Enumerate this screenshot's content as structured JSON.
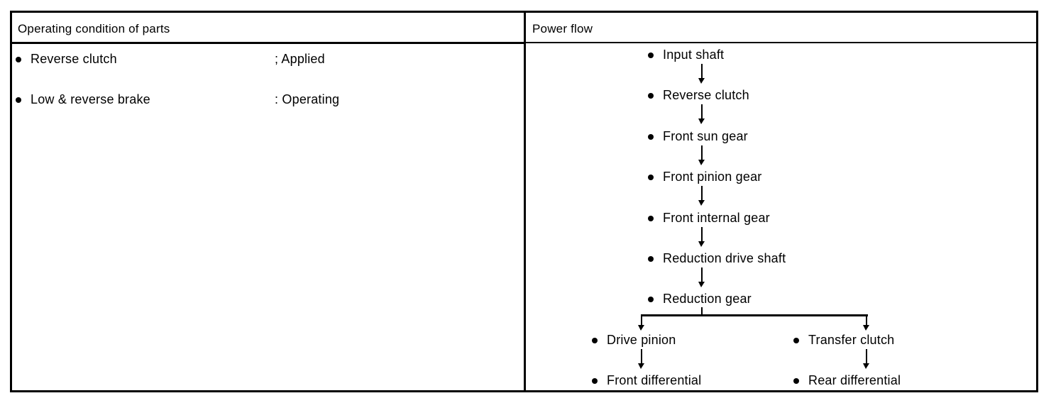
{
  "table": {
    "columns": [
      {
        "header": "Operating condition of parts"
      },
      {
        "header": "Power flow"
      }
    ],
    "operating_conditions": [
      {
        "part": "Reverse clutch",
        "state": "; Applied"
      },
      {
        "part": "Low & reverse brake",
        "state": ": Operating"
      }
    ],
    "power_flow": {
      "chain": [
        {
          "label": "Input shaft"
        },
        {
          "label": "Reverse clutch"
        },
        {
          "label": "Front sun gear"
        },
        {
          "label": "Front pinion gear"
        },
        {
          "label": "Front internal gear"
        },
        {
          "label": "Reduction drive shaft"
        },
        {
          "label": "Reduction gear"
        }
      ],
      "branches": {
        "left": [
          {
            "label": "Drive pinion"
          },
          {
            "label": "Front differential"
          }
        ],
        "right": [
          {
            "label": "Transfer clutch"
          },
          {
            "label": "Rear differential"
          }
        ]
      }
    }
  },
  "colors": {
    "ink": "#000000",
    "paper": "#ffffff"
  }
}
